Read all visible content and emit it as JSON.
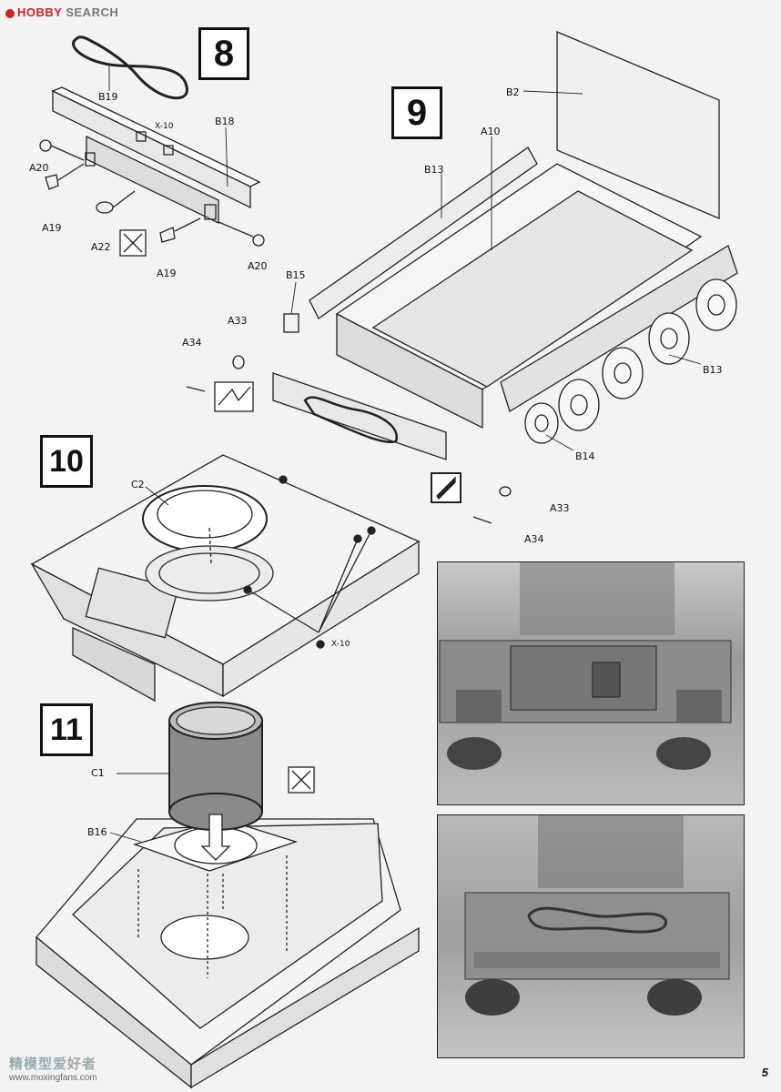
{
  "header": {
    "brand_red": "HOBBY",
    "brand_grey": "SEARCH"
  },
  "steps": {
    "s8": "8",
    "s9": "9",
    "s10": "10",
    "s11": "11"
  },
  "parts": {
    "B19": "B19",
    "X10_a": "X-10",
    "B18": "B18",
    "A20_a": "A20",
    "A19_a": "A19",
    "A22": "A22",
    "A19_b": "A19",
    "A20_b": "A20",
    "B2": "B2",
    "A10": "A10",
    "B13_a": "B13",
    "B15": "B15",
    "A33_a": "A33",
    "A34_a": "A34",
    "B13_b": "B13",
    "B14": "B14",
    "A33_b": "A33",
    "A34_b": "A34",
    "C2": "C2",
    "X10_b": "X-10",
    "C1": "C1",
    "B16": "B16"
  },
  "footer": {
    "page_number": "5",
    "watermark_url": "www.moxingfans.com",
    "watermark_cn": "精模型爱好者"
  },
  "colors": {
    "brand": "#cc2222",
    "ink": "#111111",
    "paper": "#f3f3f3"
  }
}
